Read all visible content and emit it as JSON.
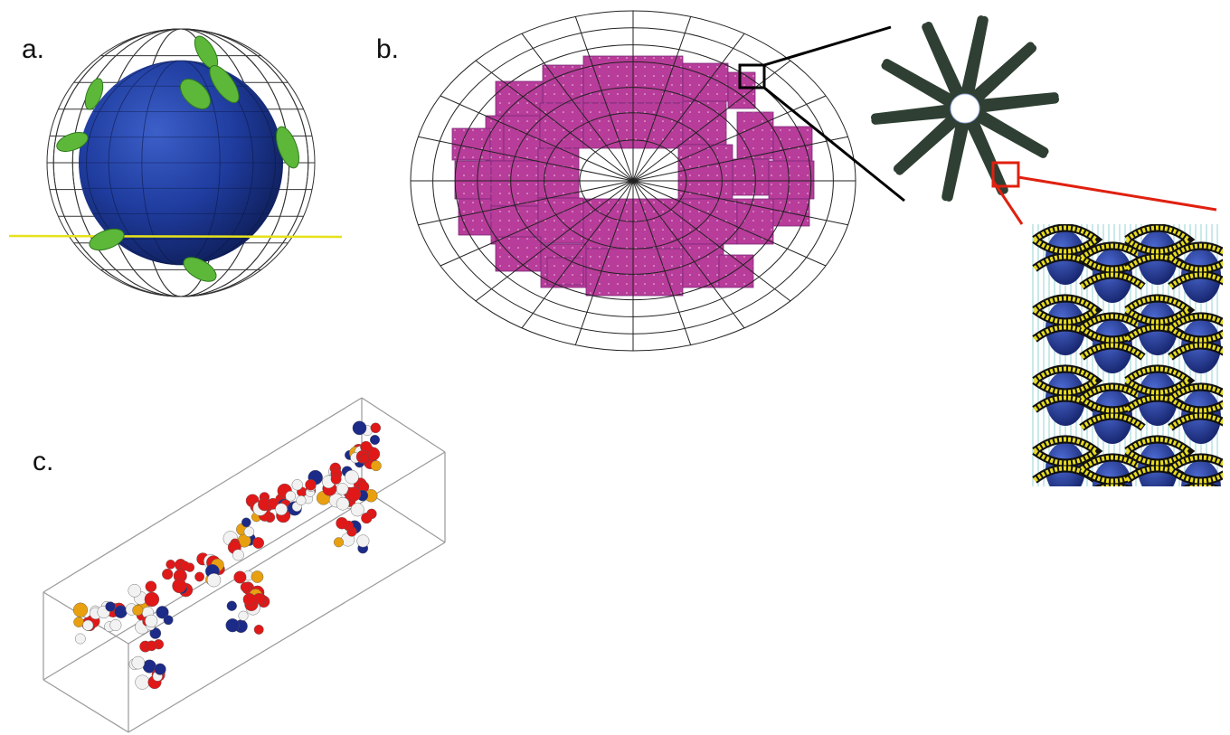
{
  "panels": {
    "a": {
      "label": "a."
    },
    "b": {
      "label": "b."
    },
    "c": {
      "label": "c."
    }
  },
  "colors": {
    "wireframe": "#222222",
    "sphere": "#1c3a8f",
    "green_particles": "#5db83a",
    "yellow_strand": "#e6e21a",
    "magenta_tiles": "#b83c9a",
    "callout_black": "#000000",
    "callout_red": "#e02010",
    "rosette_arms": "#2f3f33",
    "helix_yellow": "#e8dc20",
    "helix_blue": "#2a3e9c",
    "atom_red": "#e01818",
    "atom_white": "#f2f2f2",
    "atom_blue": "#1c2a88",
    "atom_orange": "#e8a010",
    "bounding_box": "#999999"
  }
}
